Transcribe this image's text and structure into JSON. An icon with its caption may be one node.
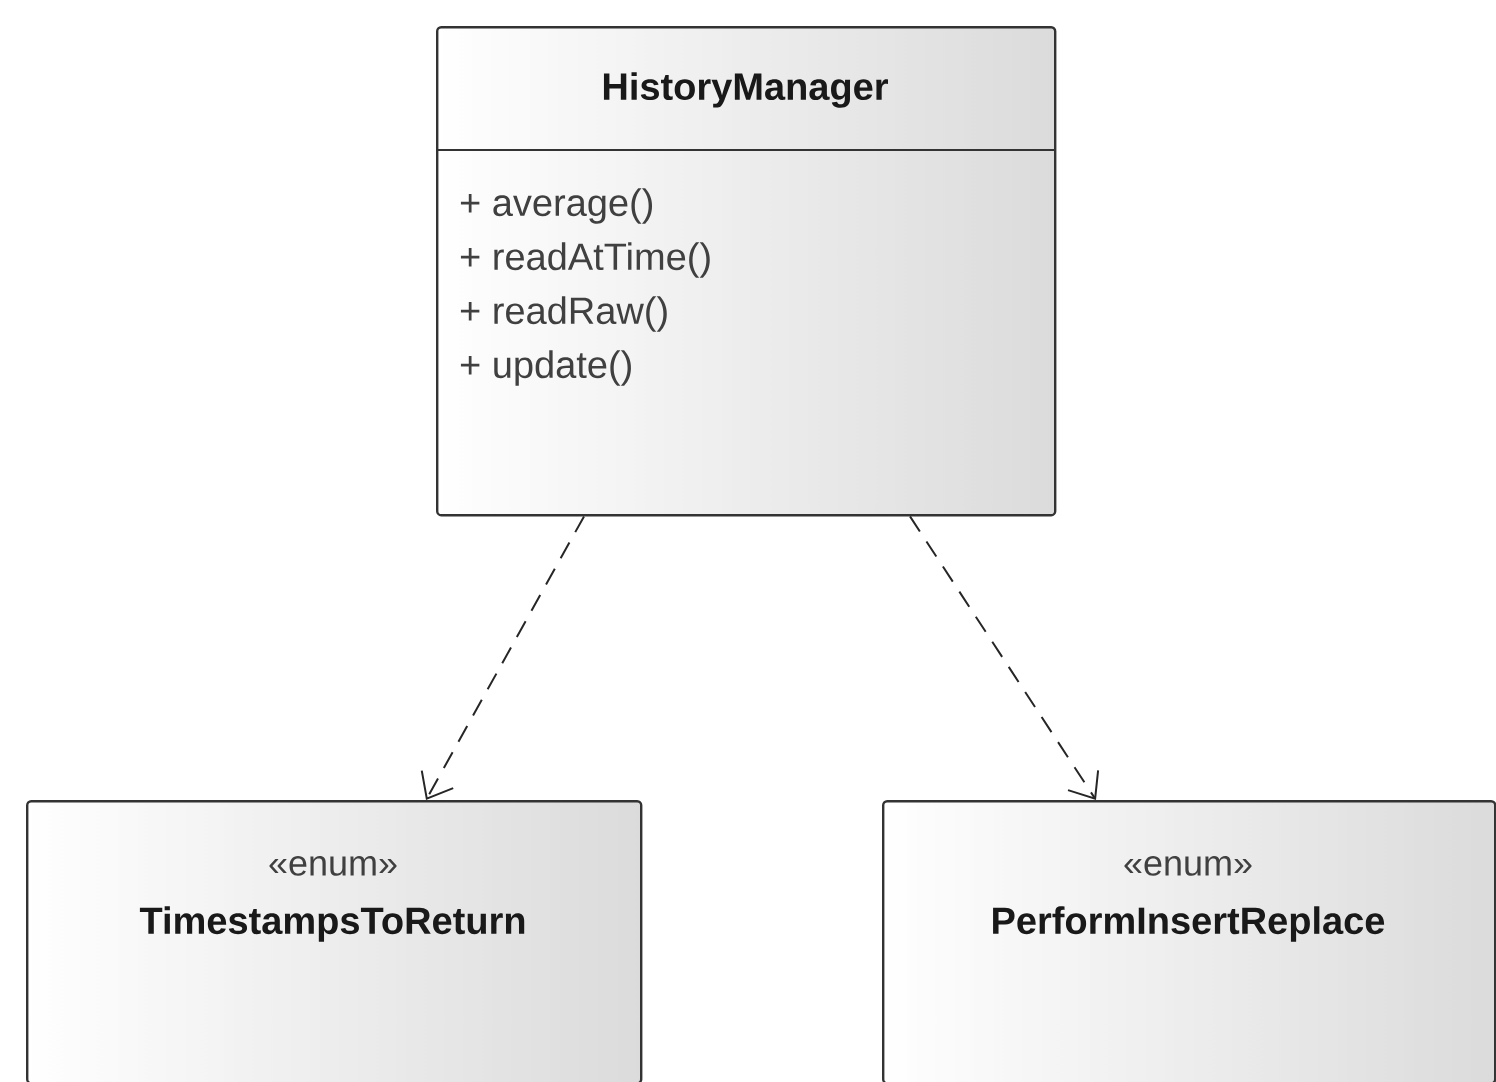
{
  "diagram": {
    "nodes": [
      {
        "text": [
          "HistoryManager",
          "+ average()",
          "+ readAtTime()",
          "+ readRaw()",
          "+ update()"
        ]
      },
      {
        "text": [
          "«enum»",
          "TimestampsToReturn"
        ]
      },
      {
        "text": [
          "«enum»",
          "PerformInsertReplace"
        ]
      }
    ],
    "edges": [
      {
        "from": 0,
        "to": 1,
        "arrow": "to",
        "style": "dashed"
      },
      {
        "from": 0,
        "to": 2,
        "arrow": "to",
        "style": "dashed"
      }
    ]
  }
}
